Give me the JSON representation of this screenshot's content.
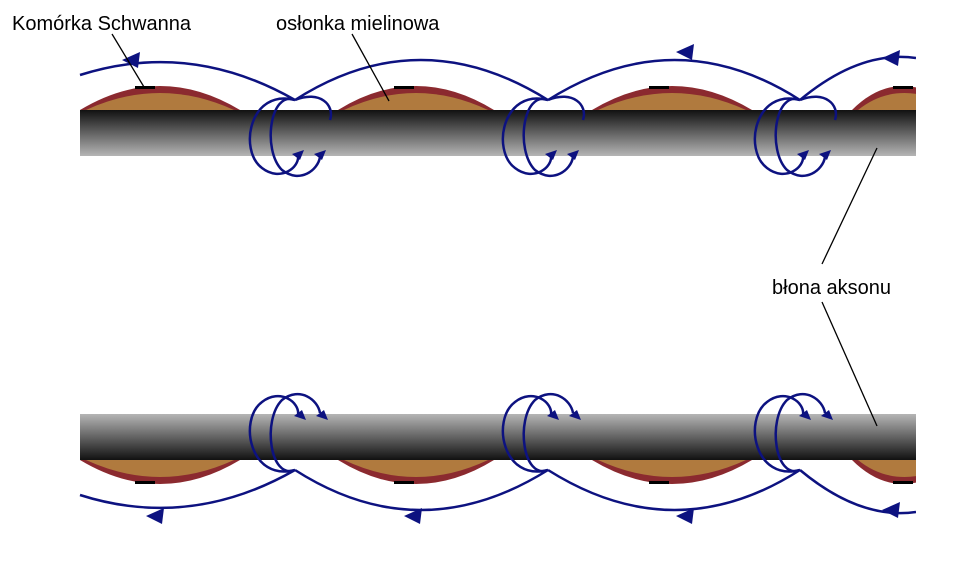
{
  "labels": {
    "schwann_cell": "Komórka Schwanna",
    "myelin_sheath": "osłonka mielinowa",
    "axon_membrane": "błona aksonu"
  },
  "colors": {
    "myelin_outer": "#8B2A2F",
    "myelin_inner": "#B07A3E",
    "current_lines": "#0D1280",
    "axon_dark": "#111111",
    "axon_light": "#B5B5B5",
    "background": "#FFFFFF"
  }
}
